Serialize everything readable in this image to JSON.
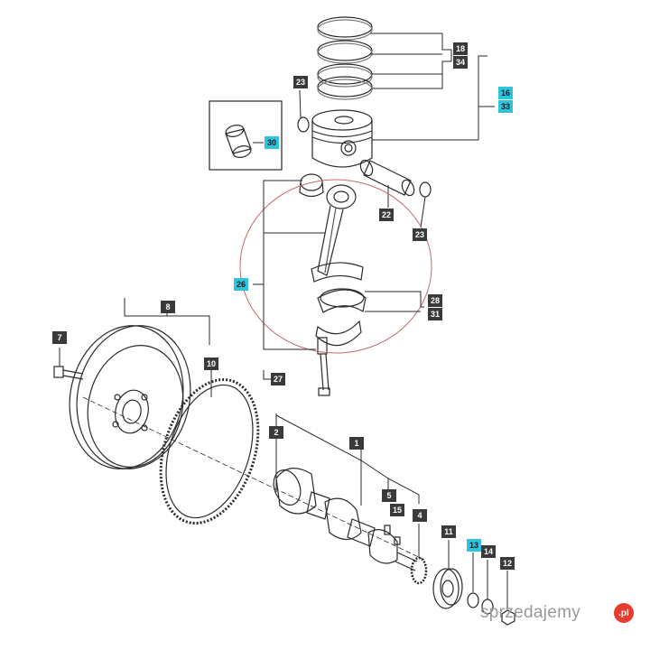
{
  "callouts": [
    {
      "id": "c1",
      "label": "1",
      "style": "dark"
    },
    {
      "id": "c2",
      "label": "2",
      "style": "dark"
    },
    {
      "id": "c4",
      "label": "4",
      "style": "dark"
    },
    {
      "id": "c5",
      "label": "5",
      "style": "dark"
    },
    {
      "id": "c7",
      "label": "7",
      "style": "dark"
    },
    {
      "id": "c8",
      "label": "8",
      "style": "dark"
    },
    {
      "id": "c10",
      "label": "10",
      "style": "dark"
    },
    {
      "id": "c11",
      "label": "11",
      "style": "dark"
    },
    {
      "id": "c12",
      "label": "12",
      "style": "dark"
    },
    {
      "id": "c13",
      "label": "13",
      "style": "cyan"
    },
    {
      "id": "c14",
      "label": "14",
      "style": "dark"
    },
    {
      "id": "c15",
      "label": "15",
      "style": "dark"
    },
    {
      "id": "c16",
      "label": "16",
      "style": "cyan"
    },
    {
      "id": "c18",
      "label": "18",
      "style": "dark"
    },
    {
      "id": "c22",
      "label": "22",
      "style": "dark"
    },
    {
      "id": "c23a",
      "label": "23",
      "style": "dark"
    },
    {
      "id": "c23b",
      "label": "23",
      "style": "dark"
    },
    {
      "id": "c26",
      "label": "26",
      "style": "cyan"
    },
    {
      "id": "c27",
      "label": "27",
      "style": "dark"
    },
    {
      "id": "c28",
      "label": "28",
      "style": "dark"
    },
    {
      "id": "c30",
      "label": "30",
      "style": "cyan"
    },
    {
      "id": "c31",
      "label": "31",
      "style": "dark"
    },
    {
      "id": "c33",
      "label": "33",
      "style": "cyan"
    },
    {
      "id": "c34",
      "label": "34",
      "style": "dark"
    }
  ],
  "watermark": {
    "text": "sprzedajemy",
    "logo": ".pl"
  },
  "colors": {
    "line": "#2a2a2a",
    "callout_dark": "#3a3a3a",
    "callout_cyan": "#2ec4de",
    "highlight_circle": "#c46a6a"
  }
}
